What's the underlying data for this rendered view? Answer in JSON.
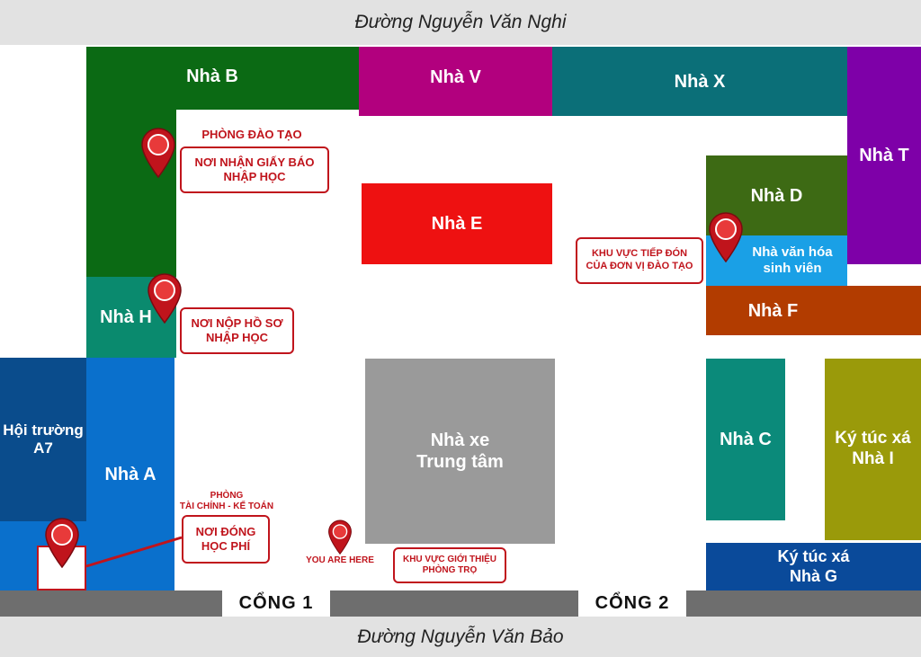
{
  "roads": {
    "top": "Đường Nguyễn Văn Nghi",
    "bottom": "Đường Nguyễn Văn Bảo"
  },
  "gates": {
    "gate1": "CỔNG 1",
    "gate2": "CỔNG 2"
  },
  "buildings": {
    "b": "Nhà B",
    "v": "Nhà V",
    "x": "Nhà X",
    "t": "Nhà T",
    "d": "Nhà D",
    "culture": "Nhà văn hóa\nsinh viên",
    "e": "Nhà E",
    "f": "Nhà F",
    "h": "Nhà H",
    "hall": "Hội trường\nA7",
    "a": "Nhà A",
    "parking": "Nhà xe\nTrung tâm",
    "c": "Nhà C",
    "dorm_i": "Ký túc xá\nNhà I",
    "dorm_g": "Ký túc xá\nNhà G"
  },
  "labels": {
    "training_office": "PHÒNG ĐÀO TẠO",
    "admission_notice": "NƠI NHẬN GIẤY BÁO\nNHẬP HỌC",
    "submit_docs": "NƠI NỘP HỒ SƠ\nNHẬP HỌC",
    "reception": "KHU VỰC TIẾP ĐÓN\nCỦA ĐƠN VỊ ĐÀO TẠO",
    "finance_office": "PHÒNG\nTÀI CHÍNH - KẾ TOÁN",
    "pay_fees": "NƠI ĐÓNG\nHỌC PHÍ",
    "you_are_here": "YOU ARE HERE",
    "housing_info": "KHU VỰC GIỚI THIỆU\nPHÒNG TRỌ"
  },
  "colors": {
    "pin": "#c0141c",
    "nha_b": "#0b6a14",
    "nha_v": "#b2007e",
    "nha_x": "#0b6f78",
    "nha_t": "#7e00a8",
    "nha_d": "#3d6a14",
    "culture": "#1aa0e6",
    "nha_e": "#ee1111",
    "nha_f": "#b23c00",
    "nha_h": "#0a8a6e",
    "hall": "#0a4c8c",
    "nha_a": "#0a70cc",
    "parking": "#9a9a9a",
    "nha_c": "#0b8a7a",
    "dorm_i": "#9a9a0a",
    "dorm_g": "#0a4a9a"
  }
}
